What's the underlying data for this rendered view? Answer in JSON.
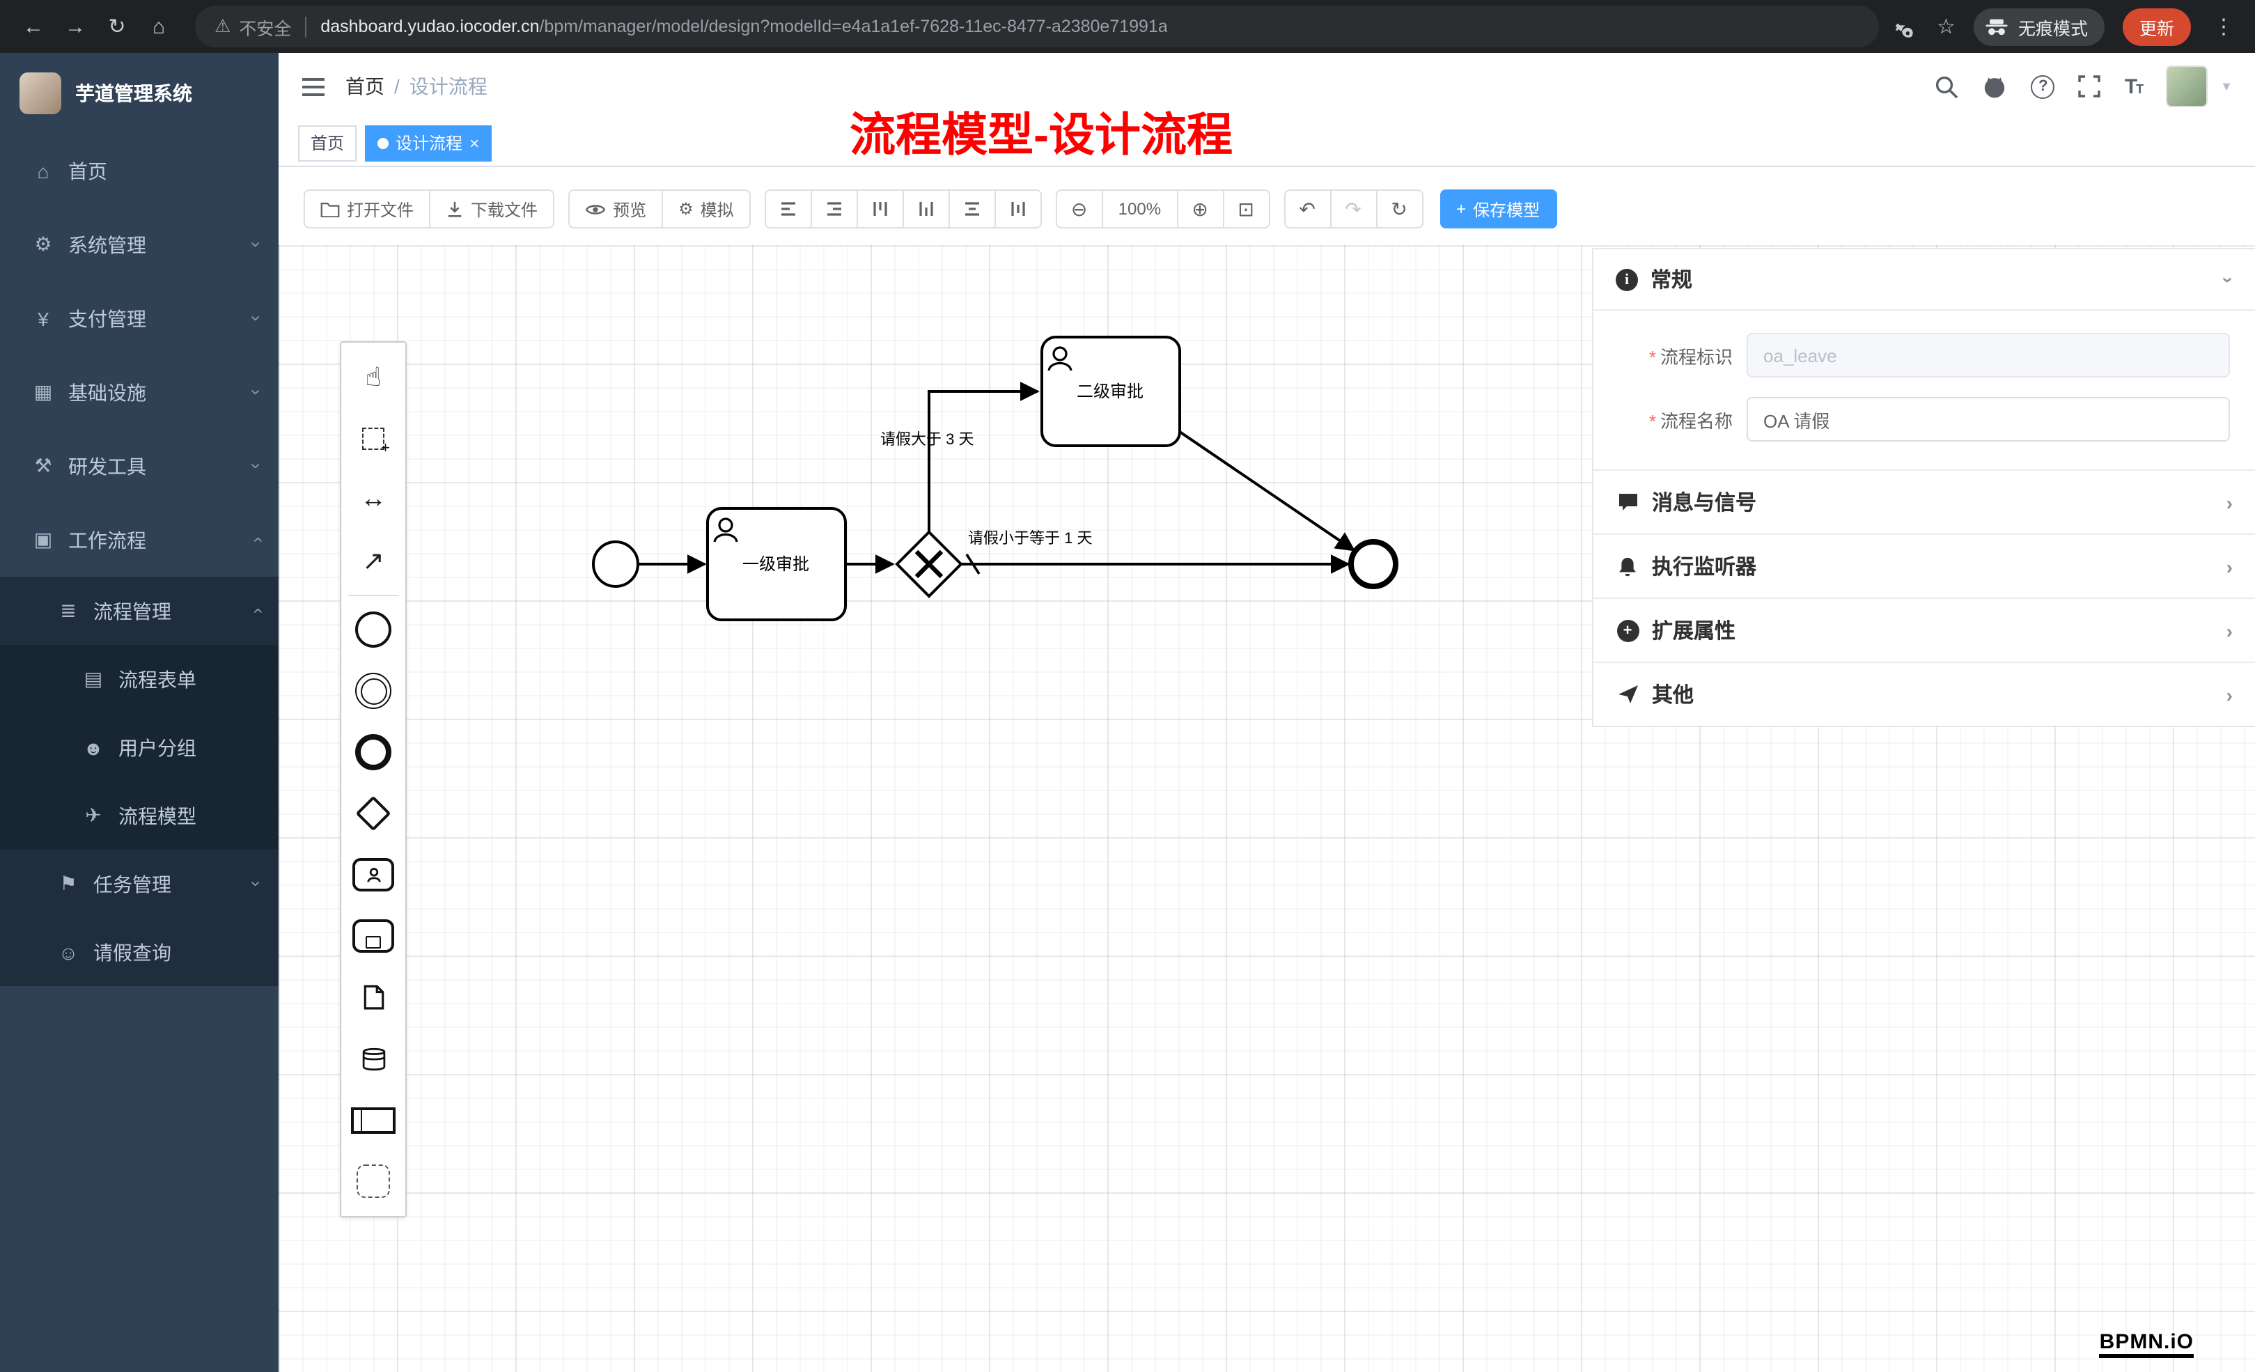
{
  "annotation": "流程模型-设计流程",
  "browser": {
    "security_warning": "不安全",
    "url_host": "dashboard.yudao.iocoder.cn",
    "url_path": "/bpm/manager/model/design?modelId=e4a1a1ef-7628-11ec-8477-a2380e71991a",
    "incognito_label": "无痕模式",
    "update_label": "更新"
  },
  "sidebar": {
    "app_title": "芋道管理系统",
    "menu": {
      "home": "首页",
      "system": "系统管理",
      "payment": "支付管理",
      "infra": "基础设施",
      "devtools": "研发工具",
      "workflow": "工作流程",
      "process_mgmt": "流程管理",
      "process_form": "流程表单",
      "user_group": "用户分组",
      "process_model": "流程模型",
      "task_mgmt": "任务管理",
      "leave_query": "请假查询"
    }
  },
  "header": {
    "breadcrumb_home": "首页",
    "breadcrumb_sep": "/",
    "breadcrumb_current": "设计流程"
  },
  "tabs": {
    "home": "首页",
    "current": "设计流程"
  },
  "toolbar": {
    "open_file": "打开文件",
    "download_file": "下载文件",
    "preview": "预览",
    "simulate": "模拟",
    "zoom_level": "100%",
    "save_model": "保存模型"
  },
  "diagram": {
    "task1": "一级审批",
    "task2": "二级审批",
    "flow_gt": "请假大于 3 天",
    "flow_le": "请假小于等于 1 天",
    "logo": "BPMN.iO"
  },
  "panel": {
    "general": "常规",
    "field_key_label": "流程标识",
    "field_key_value": "oa_leave",
    "field_name_label": "流程名称",
    "field_name_value": "OA 请假",
    "sections": {
      "message": "消息与信号",
      "listener": "执行监听器",
      "ext": "扩展属性",
      "other": "其他"
    }
  },
  "colors": {
    "primary": "#409eff",
    "annotation_red": "#ff0000",
    "sidebar_bg": "#304156"
  }
}
